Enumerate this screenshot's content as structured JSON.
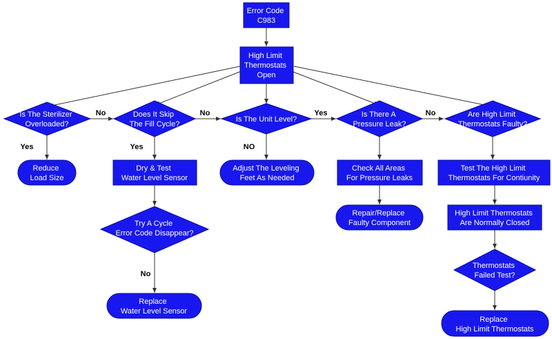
{
  "nodes": {
    "error_code": [
      "Error Code",
      "C983"
    ],
    "high_limit": [
      "High Limit",
      "Thermostats",
      "Open"
    ],
    "sterilizer": [
      "Is The Sterilizer",
      "Overloaded?"
    ],
    "skip_fill": [
      "Does It Skip",
      "The Fill Cycle?"
    ],
    "unit_level": [
      "Is The Unit Level?"
    ],
    "pressure_leak": [
      "Is There A",
      "Pressure Leak?"
    ],
    "thermostats_faulty": [
      "Are High Limit",
      "Thermostats Faulty?"
    ],
    "reduce_load": [
      "Reduce",
      "Load Size"
    ],
    "dry_test": [
      "Dry & Test",
      "Water Level Sensor"
    ],
    "adjust_leveling": [
      "Adjust The Leveling",
      "Feet As Needed"
    ],
    "check_areas": [
      "Check All Areas",
      "For Pressure  Leaks"
    ],
    "test_high_limit": [
      "Test The High Limit",
      "Thermostats For Contiunity"
    ],
    "try_cycle": [
      "Try A Cycle",
      "Error Code Disappear?"
    ],
    "repair_replace": [
      "Repair/Replace",
      "Faulty Component"
    ],
    "normally_closed": [
      "High Limit Thermostats",
      "Are Normally Closed"
    ],
    "failed_test": [
      "Thermostats",
      "Failed Test?"
    ],
    "replace_sensor": [
      "Replace",
      "Water Level Sensor"
    ],
    "replace_thermostats": [
      "Replace",
      "High Limit Thermostats"
    ]
  },
  "edge_labels": {
    "sterilizer_no": "No",
    "sterilizer_yes": "Yes",
    "skip_fill_no": "No",
    "skip_fill_yes": "Yes",
    "unit_level_yes": "Yes",
    "unit_level_no": "NO",
    "pressure_leak_no": "No",
    "try_cycle_no": "No"
  },
  "colors": {
    "node_fill": "#1818ee",
    "node_text": "#ffffff",
    "edge": "#333333"
  }
}
